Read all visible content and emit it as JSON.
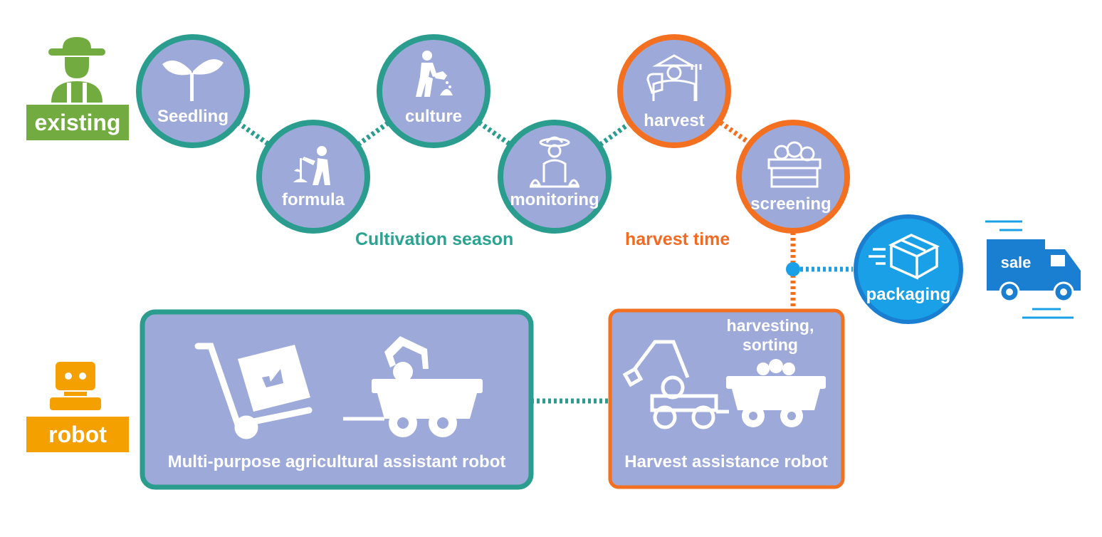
{
  "colors": {
    "teal": "#2a9d8f",
    "orange": "#f37021",
    "blue": "#1aa0e6",
    "node_fill": "#9da9d8",
    "existing_green": "#72ab3f",
    "robot_orange": "#f3a000"
  },
  "tags": {
    "existing": "existing",
    "robot": "robot"
  },
  "phases": {
    "cultivation": "Cultivation season",
    "harvest": "harvest time"
  },
  "nodes": {
    "seedling": {
      "label": "Seedling",
      "icon": "sprout-icon"
    },
    "formula": {
      "label": "formula",
      "icon": "planting-farmer-icon"
    },
    "culture": {
      "label": "culture",
      "icon": "watering-farmer-icon"
    },
    "monitoring": {
      "label": "monitoring",
      "icon": "farmer-crops-icon"
    },
    "harvest": {
      "label": "harvest",
      "icon": "harvesting-farmer-icon"
    },
    "screening": {
      "label": "screening",
      "icon": "produce-crate-icon"
    },
    "packaging": {
      "label": "packaging",
      "icon": "package-box-icon"
    },
    "sale": {
      "label": "sale",
      "icon": "delivery-truck-icon"
    }
  },
  "robots": {
    "multi": {
      "label": "Multi-purpose agricultural assistant robot",
      "icons": [
        "hand-truck-icon",
        "robot-cart-icon"
      ]
    },
    "harvest": {
      "label": "Harvest assistance robot",
      "note_line1": "harvesting,",
      "note_line2": "sorting",
      "icons": [
        "robot-arm-icon",
        "harvest-cart-icon"
      ]
    }
  }
}
